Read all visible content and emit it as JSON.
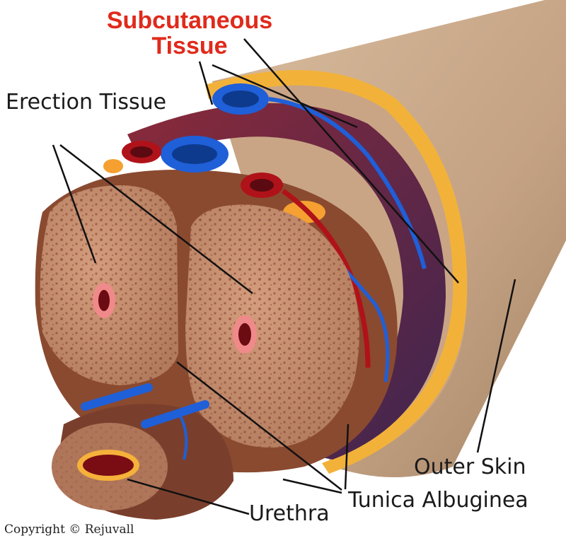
{
  "labels": {
    "subcutaneous_line1": "Subcutaneous",
    "subcutaneous_line2": "Tissue",
    "erection_tissue": "Erection Tissue",
    "outer_skin": "Outer Skin",
    "tunica_albuginea": "Tunica Albuginea",
    "urethra": "Urethra"
  },
  "copyright": "Copyright © Rejuvall",
  "colors": {
    "title_red": "#e02a1b",
    "skin": "#c8a888",
    "fat_orange": "#f2b23a",
    "sponge_tissue": "#c28c6c",
    "vein_blue": "#1f5fd8",
    "artery_red": "#b0121a",
    "inner_sheath_purple": "#6a3560"
  }
}
